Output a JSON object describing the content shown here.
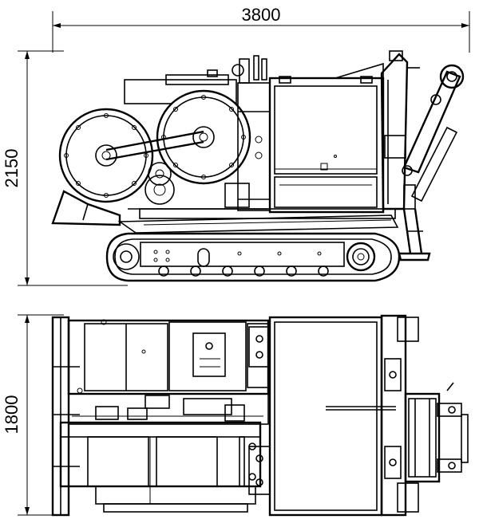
{
  "dimensions": {
    "overall_length": "3800",
    "side_view_height": "2150",
    "top_view_width": "1800"
  }
}
